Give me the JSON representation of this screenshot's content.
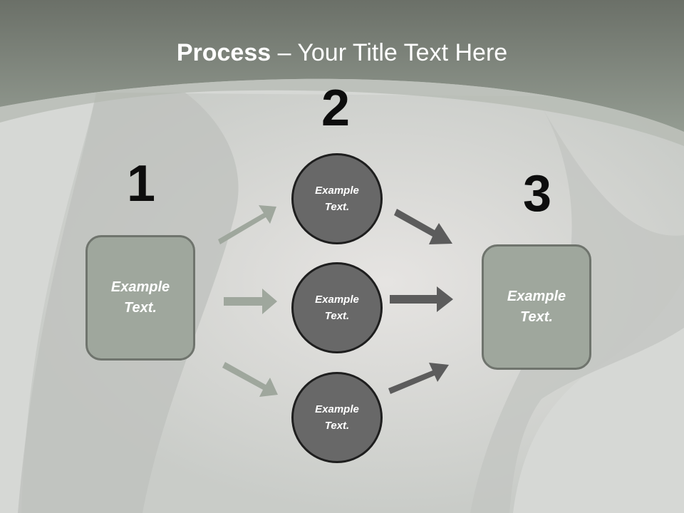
{
  "title": {
    "bold": "Process",
    "rest": " – Your Title Text Here"
  },
  "steps": [
    {
      "number": "1",
      "label": "Example\nText."
    },
    {
      "number": "2"
    },
    {
      "number": "3",
      "label": "Example\nText."
    }
  ],
  "circles": [
    {
      "label": "Example\nText."
    },
    {
      "label": "Example\nText."
    },
    {
      "label": "Example\nText."
    }
  ],
  "colors": {
    "header": "#8f978e",
    "box_fill": "#9fa79d",
    "circle_fill": "#686868",
    "left_arrows": "#9fa79d",
    "right_arrows": "#5c5c5c"
  }
}
